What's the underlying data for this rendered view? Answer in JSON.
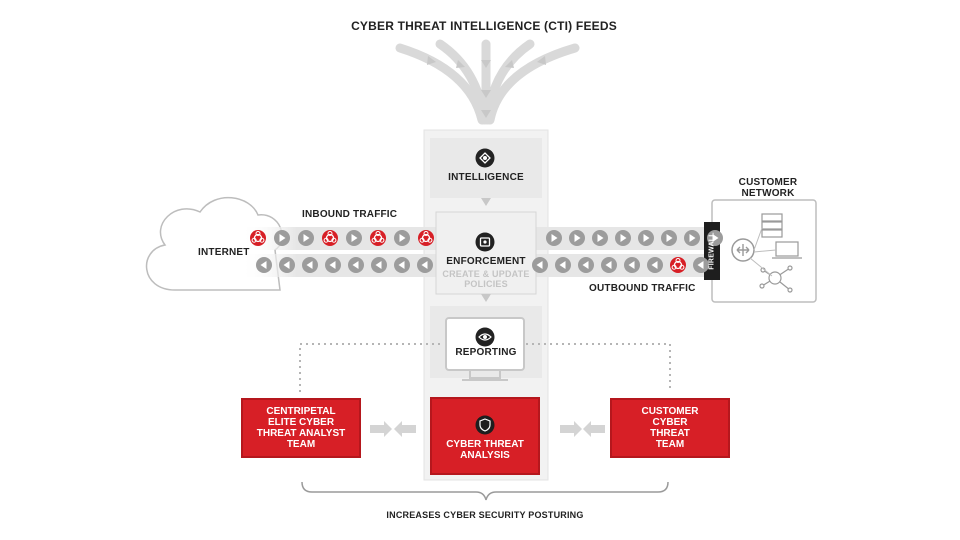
{
  "title": "CYBER THREAT INTELLIGENCE (CTI) FEEDS",
  "nodes": {
    "intelligence": "INTELLIGENCE",
    "enforcement": "ENFORCEMENT",
    "enforcement_sub": "CREATE & UPDATE POLICIES",
    "reporting": "REPORTING",
    "internet": "INTERNET",
    "customer_network": "CUSTOMER NETWORK",
    "firewall": "FIREWALL"
  },
  "flows": {
    "inbound": "INBOUND TRAFFIC",
    "outbound": "OUTBOUND TRAFFIC"
  },
  "teams": {
    "centripetal": "CENTRIPETAL ELITE CYBER THREAT ANALYST TEAM",
    "analysis": "CYBER THREAT ANALYSIS",
    "customer": "CUSTOMER CYBER THREAT TEAM"
  },
  "footer": "INCREASES CYBER SECURITY POSTURING",
  "colors": {
    "accent_red": "#d71f26",
    "dark": "#222222",
    "panel_gray": "#e9e9e9",
    "token_gray": "#9c9c9c"
  },
  "icons": [
    "intelligence-icon",
    "enforcement-icon",
    "reporting-icon",
    "analysis-shield-icon",
    "biohazard-icon",
    "play-arrow-icon",
    "router-icon",
    "server-icon",
    "laptop-icon",
    "iot-icon"
  ]
}
